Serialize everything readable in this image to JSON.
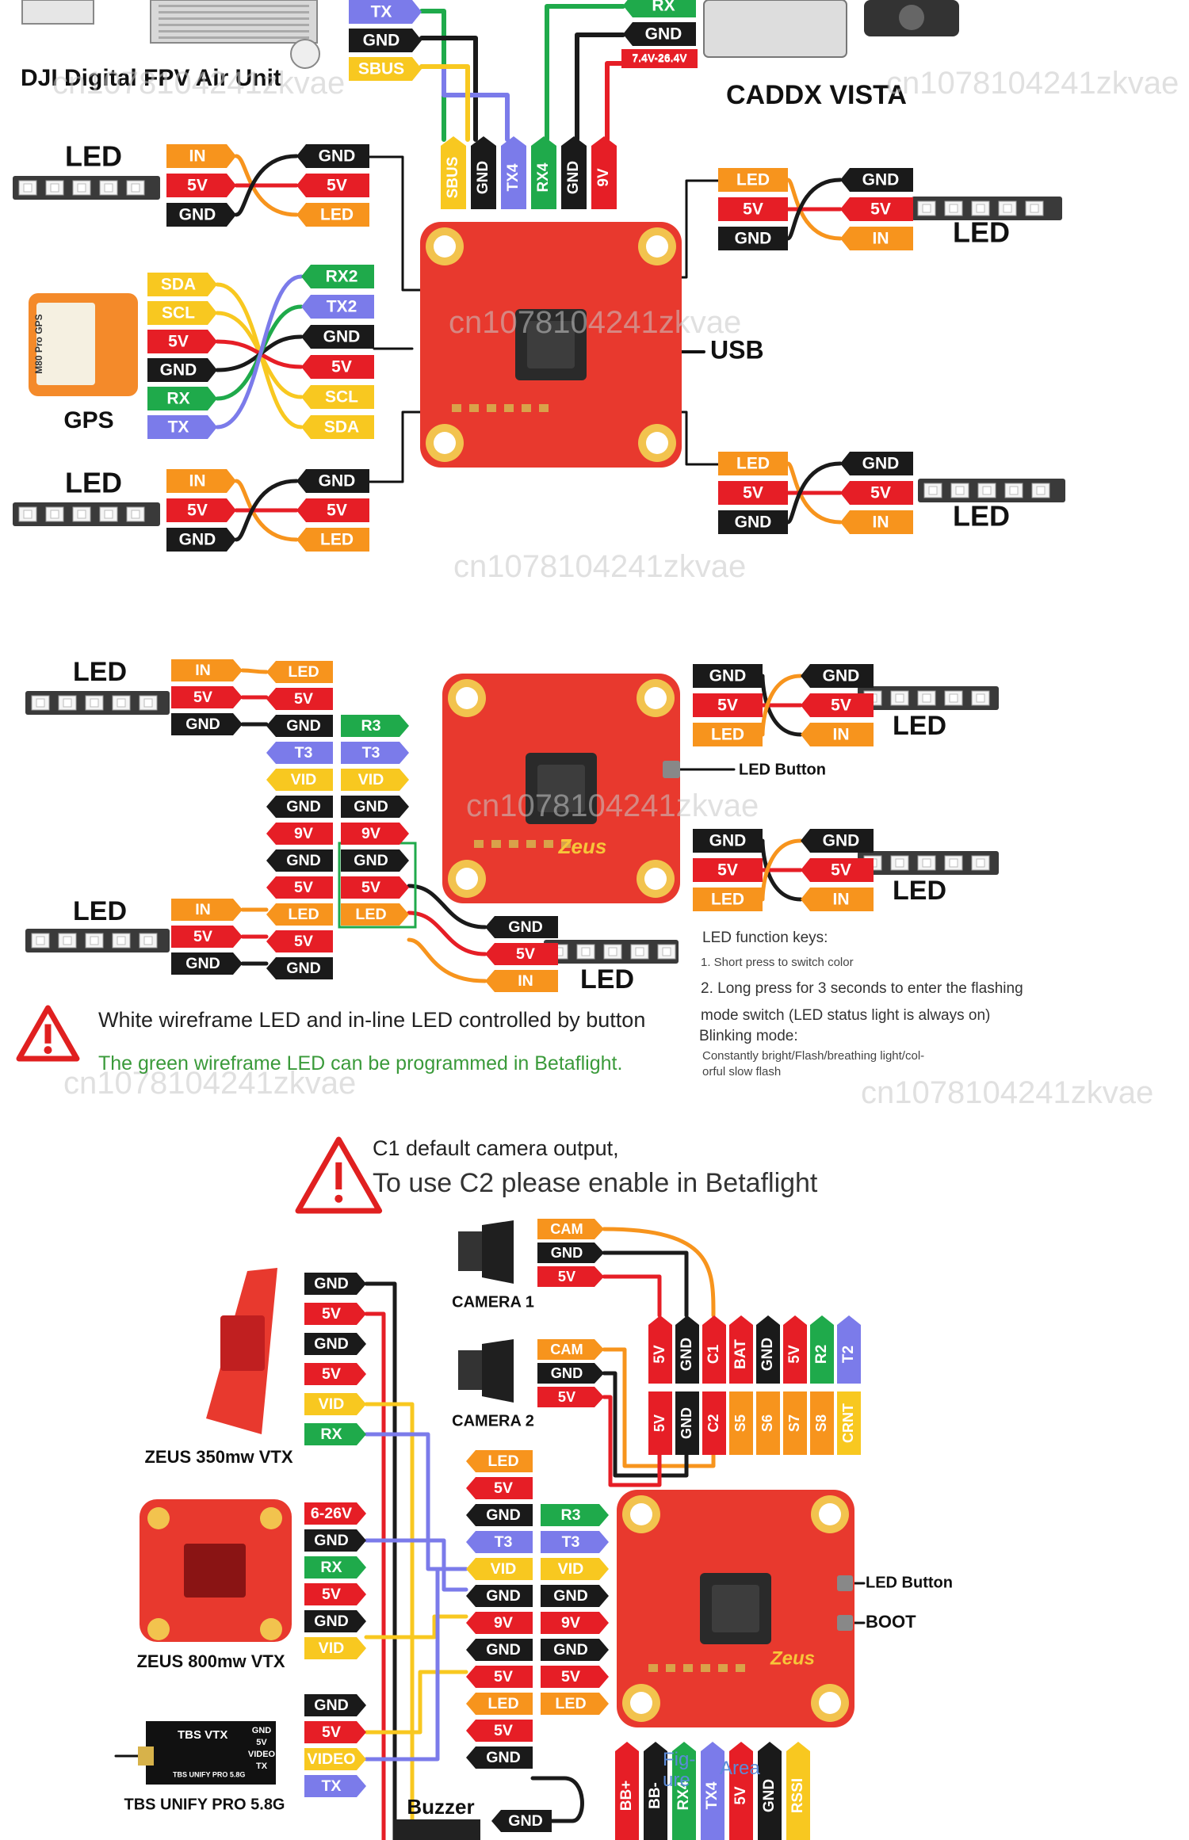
{
  "section1": {
    "dji_label": "DJI Digital FPV Air Unit",
    "caddx_label": "CADDX VISTA",
    "top_left_pads": [
      "TX",
      "GND",
      "SBUS"
    ],
    "top_right_pads": [
      "RX",
      "GND"
    ],
    "voltage_note": "7.4V-26.4V",
    "connector_pins": [
      "SBUS",
      "GND",
      "TX4",
      "RX4",
      "GND",
      "9V"
    ],
    "usb_label": "USB",
    "gps_label": "GPS",
    "gps_device_text": "M80 Pro GPS",
    "led_label": "LED",
    "led_left_top": {
      "left": [
        "IN",
        "5V",
        "GND"
      ],
      "right": [
        "GND",
        "5V",
        "LED"
      ]
    },
    "led_left_bottom": {
      "left": [
        "IN",
        "5V",
        "GND"
      ],
      "right": [
        "GND",
        "5V",
        "LED"
      ]
    },
    "led_right_top": {
      "left": [
        "LED",
        "5V",
        "GND"
      ],
      "right": [
        "GND",
        "5V",
        "IN"
      ]
    },
    "led_right_bottom": {
      "left": [
        "LED",
        "5V",
        "GND"
      ],
      "right": [
        "GND",
        "5V",
        "IN"
      ]
    },
    "gps_left": [
      "SDA",
      "SCL",
      "5V",
      "GND",
      "RX",
      "TX"
    ],
    "gps_right": [
      "RX2",
      "TX2",
      "GND",
      "5V",
      "SCL",
      "SDA"
    ]
  },
  "section2": {
    "led_label": "LED",
    "led_button_label": "LED Button",
    "left_top_led": [
      "IN",
      "5V",
      "GND"
    ],
    "left_bottom_led": [
      "IN",
      "5V",
      "GND"
    ],
    "col_a": [
      "LED",
      "5V",
      "GND",
      "T3",
      "VID",
      "GND",
      "9V",
      "GND",
      "5V",
      "LED",
      "5V",
      "GND"
    ],
    "col_b": [
      "R3",
      "T3",
      "VID",
      "GND",
      "9V",
      "GND",
      "5V",
      "LED"
    ],
    "right_top": {
      "left": [
        "GND",
        "5V",
        "LED"
      ],
      "right": [
        "GND",
        "5V",
        "IN"
      ]
    },
    "right_mid": {
      "left": [
        "GND",
        "5V",
        "LED"
      ],
      "right": [
        "GND",
        "5V",
        "IN"
      ]
    },
    "bottom_led_pads": [
      "GND",
      "5V",
      "IN"
    ],
    "warning_line1": "White wireframe LED and in-line LED controlled by button",
    "warning_line2": "The green wireframe LED can be programmed in Betaflight.",
    "keys_title": "LED function keys:",
    "key1": "1. Short press to switch color",
    "key2a": "2. Long press for 3 seconds to enter the flashing",
    "key2b": "mode switch (LED status light is always on)",
    "blink_title": "Blinking mode:",
    "blink_text_a": "Constantly bright/Flash/breathing light/col-",
    "blink_text_b": "orful slow flash"
  },
  "section3": {
    "warning_line1": "C1 default camera output,",
    "warning_line2": "To use C2 please enable in Betaflight",
    "camera1_label": "CAMERA 1",
    "camera2_label": "CAMERA 2",
    "camera1_pads": [
      "CAM",
      "GND",
      "5V"
    ],
    "camera2_pads": [
      "CAM",
      "GND",
      "5V"
    ],
    "header_top": [
      "5V",
      "GND",
      "C1",
      "BAT",
      "GND",
      "5V",
      "R2",
      "T2"
    ],
    "header_bottom": [
      "5V",
      "GND",
      "C2",
      "S5",
      "S6",
      "S7",
      "S8",
      "CRNT"
    ],
    "vtx350_label": "ZEUS 350mw VTX",
    "vtx350_pads": [
      "GND",
      "5V",
      "GND",
      "5V",
      "VID",
      "RX"
    ],
    "vtx800_label": "ZEUS 800mw VTX",
    "vtx800_pads": [
      "6-26V",
      "GND",
      "RX",
      "5V",
      "GND",
      "VID"
    ],
    "tbs_label": "TBS UNIFY PRO 5.8G",
    "tbs_device_title": "TBS VTX",
    "tbs_device_pins": [
      "GND",
      "5V",
      "VIDEO",
      "TX"
    ],
    "tbs_device_sub": "TBS UNIFY PRO 5.8G",
    "tbs_pads": [
      "GND",
      "5V",
      "VIDEO",
      "TX"
    ],
    "buzzer_label": "Buzzer",
    "buzzer_pads": [
      "GND"
    ],
    "center_a": [
      "LED",
      "5V",
      "GND",
      "T3",
      "VID",
      "GND",
      "9V",
      "GND",
      "5V",
      "LED",
      "5V",
      "GND"
    ],
    "center_b": [
      "R3",
      "T3",
      "VID",
      "GND",
      "9V",
      "GND",
      "5V",
      "LED"
    ],
    "led_button_label": "LED Button",
    "boot_label": "BOOT",
    "bottom_pins": [
      "BB+",
      "BB-",
      "RX4",
      "TX4",
      "5V",
      "GND",
      "RSSI"
    ],
    "overlay_fig": "Fig-ure",
    "overlay_area": "Area"
  },
  "board_brand": "Zeus",
  "watermark": "cn1078104241zkvae",
  "colors": {
    "orange": "#f7941d",
    "red": "#e61e26",
    "black": "#1a1a1a",
    "green": "#1faa4b",
    "blue": "#7b7bea",
    "yellow": "#f8c820",
    "board": "#e8392e",
    "warning": "#e02020"
  }
}
